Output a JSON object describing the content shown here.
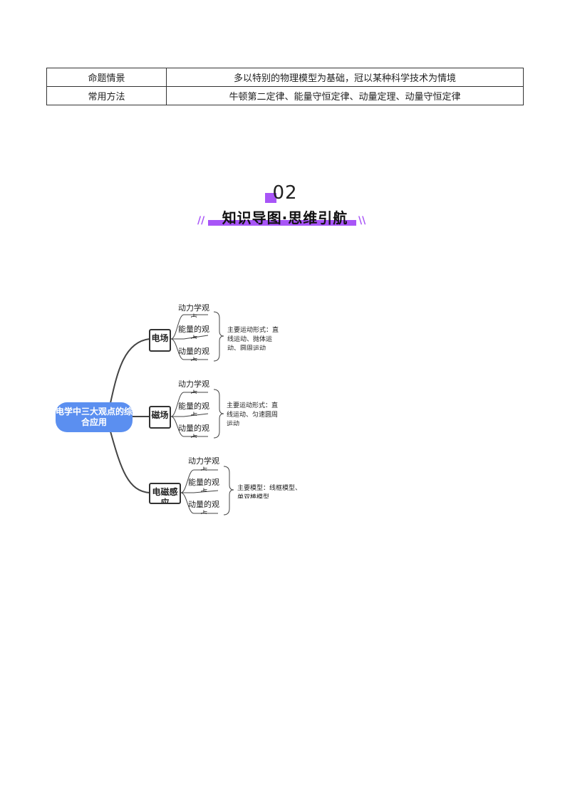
{
  "table": {
    "rows": [
      {
        "label": "命题情景",
        "value": "多以特别的物理模型为基础，冠以某种科学技术为情境"
      },
      {
        "label": "常用方法",
        "value": "牛顿第二定律、能量守恒定律、动量定理、动量守恒定律"
      }
    ]
  },
  "section": {
    "number": "02",
    "title": "知识导图·思维引航",
    "accent_color": "#a855f7"
  },
  "mindmap": {
    "root": "电学中三大观点的综合应用",
    "branches": [
      {
        "label": "电场",
        "leaves": [
          "动力学观点",
          "能量的观点",
          "动量的观点"
        ],
        "note": "主要运动形式：直线运动、抛体运动、圆周运动"
      },
      {
        "label": "磁场",
        "leaves": [
          "动力学观点",
          "能量的观点",
          "动量的观点"
        ],
        "note": "主要运动形式：直线运动、匀速圆周运动"
      },
      {
        "label": "电磁感应",
        "leaves": [
          "动力学观点",
          "能量的观点",
          "动量的观点"
        ],
        "note": "主要模型：线框模型、单双棒模型"
      }
    ],
    "root_color": "#5b8ff0"
  }
}
